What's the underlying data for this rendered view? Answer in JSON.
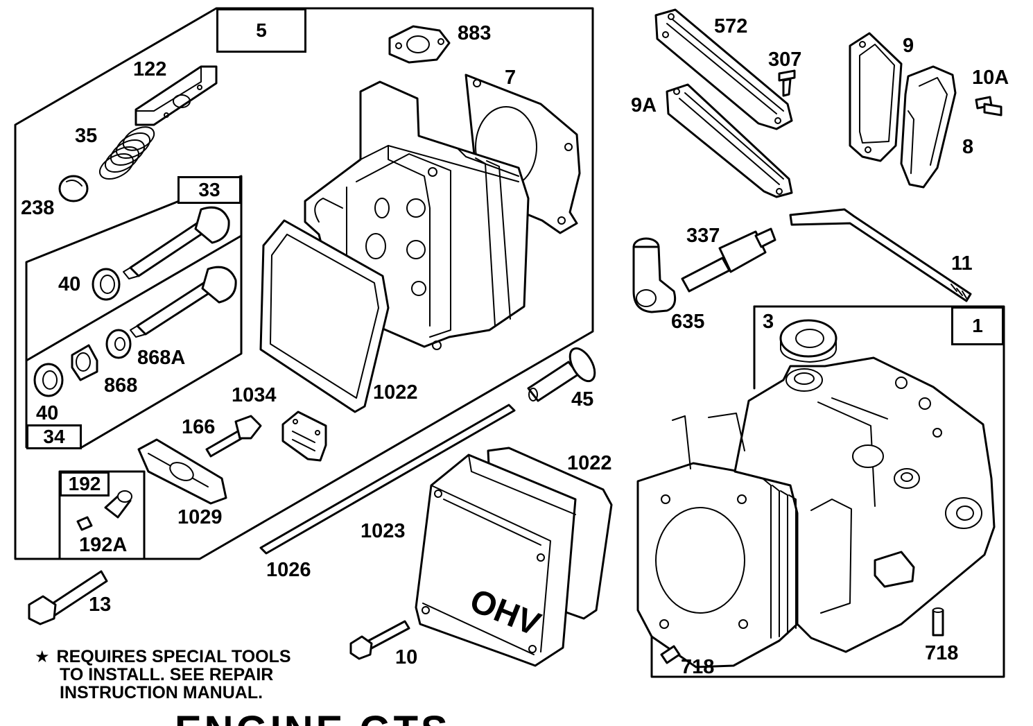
{
  "labels": {
    "p5": "5",
    "p883": "883",
    "p7": "7",
    "p122": "122",
    "p35": "35",
    "p238": "238",
    "p33": "33",
    "p40a": "40",
    "p868a": "868A",
    "p868": "868",
    "p40b": "40",
    "p34": "34",
    "p1034": "1034",
    "p1022a": "1022",
    "p166": "166",
    "p45": "45",
    "p1029": "1029",
    "p192": "192",
    "p192a": "192A",
    "p1022b": "1022",
    "p1023": "1023",
    "p1026": "1026",
    "p13": "13",
    "p10": "10",
    "p572": "572",
    "p307": "307",
    "p9a": "9A",
    "p9": "9",
    "p10a": "10A",
    "p8": "8",
    "p337": "337",
    "p11": "11",
    "p635": "635",
    "p3": "3",
    "p1": "1",
    "p718a": "718",
    "p718b": "718"
  },
  "note": {
    "star": "★",
    "line1": "REQUIRES SPECIAL TOOLS",
    "line2": "TO INSTALL.  SEE REPAIR",
    "line3": "INSTRUCTION MANUAL."
  },
  "cover_text": "OHV",
  "title": "ENGINE GTS"
}
